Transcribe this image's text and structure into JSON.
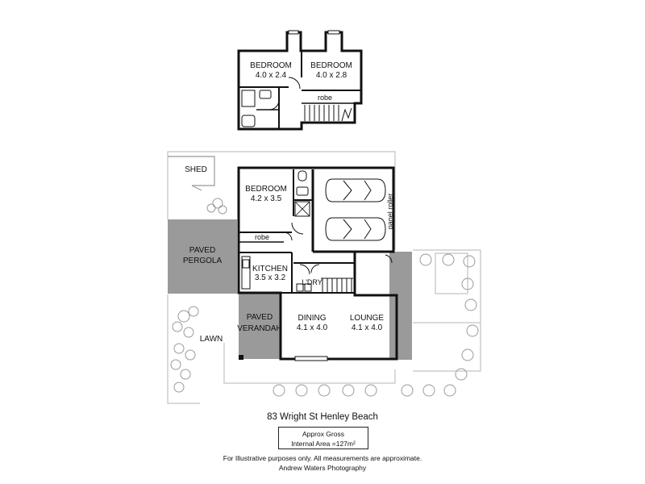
{
  "upper_floor": {
    "bedroom_a": {
      "name": "BEDROOM",
      "size": "4.0 x 2.4"
    },
    "bedroom_b": {
      "name": "BEDROOM",
      "size": "4.0 x 2.8"
    },
    "robe": "robe"
  },
  "ground_floor": {
    "shed": "SHED",
    "bedroom": {
      "name": "BEDROOM",
      "size": "4.2 x 3.5"
    },
    "robe": "robe",
    "panel_roller": "panel roller",
    "paved_pergola": {
      "line1": "PAVED",
      "line2": "PERGOLA"
    },
    "kitchen": {
      "name": "KITCHEN",
      "size": "3.5 x 3.2"
    },
    "laundry": "L'DRY",
    "paved_verandah": {
      "line1": "PAVED",
      "line2": "VERANDAH"
    },
    "dining": {
      "name": "DINING",
      "size": "4.1 x 4.0"
    },
    "lounge": {
      "name": "LOUNGE",
      "size": "4.1 x 4.0"
    },
    "lawn": "LAWN"
  },
  "footer": {
    "address": "83 Wright St Henley Beach",
    "area_line1": "Approx Gross",
    "area_line2": "Internal Area =127m²",
    "disclaimer": "For Illustrative purposes only. All measurements are approximate.",
    "credit": "Andrew Waters Photography"
  },
  "colors": {
    "wall": "#111111",
    "paving": "#9a9a9a",
    "boundary": "#b5b5b5"
  }
}
